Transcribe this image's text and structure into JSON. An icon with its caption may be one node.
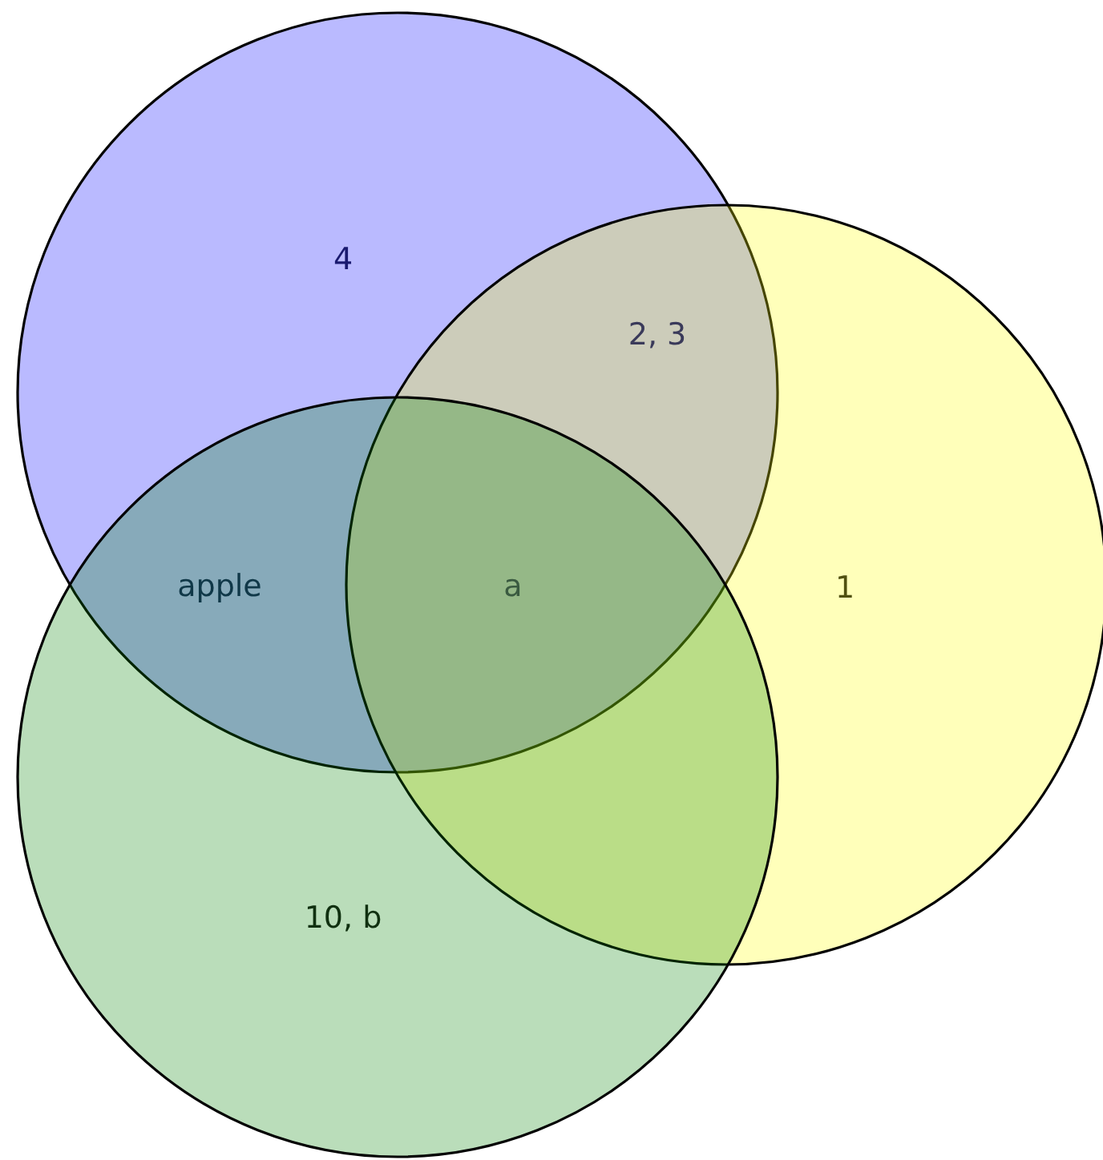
{
  "diagram": {
    "nodes": [
      {
        "text": [],
        "shape": "circle"
      },
      {
        "text": [],
        "shape": "circle"
      },
      {
        "text": [],
        "shape": "circle"
      }
    ],
    "labels": [
      "4",
      "2, 3",
      "apple",
      "a",
      "1",
      "10, b"
    ]
  }
}
